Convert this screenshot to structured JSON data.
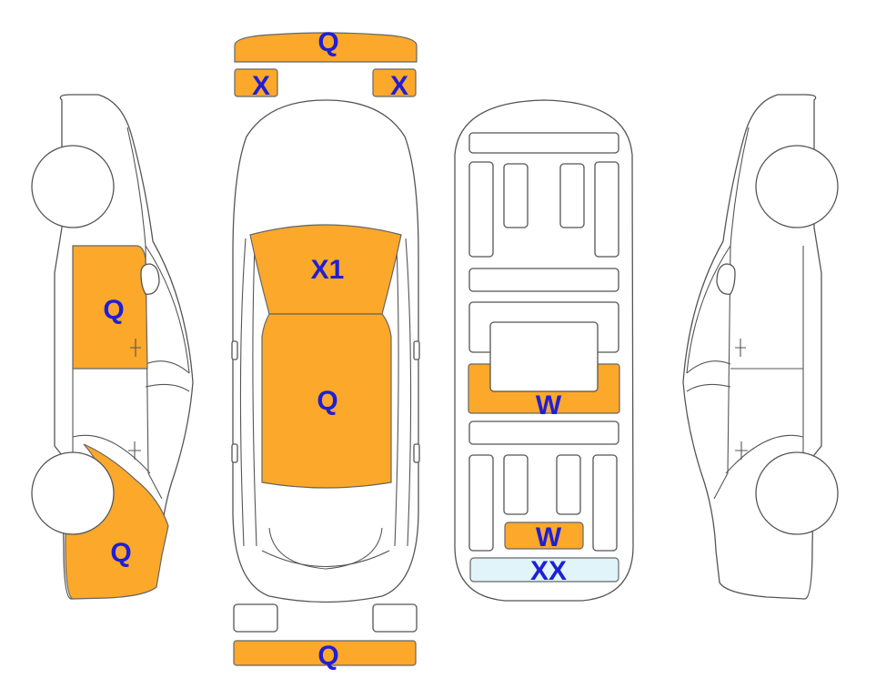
{
  "colors": {
    "damage_fill": "#FBA82B",
    "glass_fill": "#E0F4FA",
    "label_color": "#1F1FD6",
    "outline": "#555555"
  },
  "labels": {
    "front_bumper": "Q",
    "front_left_lamp": "X",
    "front_right_lamp": "X",
    "windshield": "X1",
    "roof": "Q",
    "rear_bumper": "Q",
    "left_front_door": "Q",
    "left_rear_quarter": "Q",
    "underbody_center": "W",
    "underbody_rear": "W",
    "rear_glass": "XX"
  }
}
